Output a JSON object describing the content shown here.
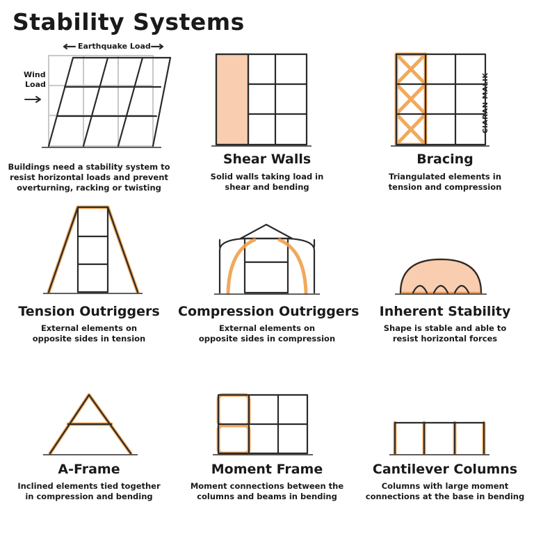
{
  "title": "Stability Systems",
  "credit": "CIARAN MALIK",
  "colors": {
    "accent": "#f0a04a",
    "fill": "#f9cdb0",
    "ink": "#2a2a2a",
    "ghost": "#c8c8c8"
  },
  "intro": {
    "load_top": "Earthquake Load",
    "load_side_line1": "Wind",
    "load_side_line2": "Load",
    "desc": [
      "Buildings need a stability system to",
      "resist horizontal loads and prevent",
      "overturning, racking or twisting"
    ]
  },
  "panels": [
    {
      "title": "Shear Walls",
      "desc": [
        "Solid walls taking load in",
        "shear and bending"
      ]
    },
    {
      "title": "Bracing",
      "desc": [
        "Triangulated elements in",
        "tension and compression"
      ]
    },
    {
      "title": "Tension Outriggers",
      "desc": [
        "External elements on",
        "opposite sides in tension"
      ]
    },
    {
      "title": "Compression Outriggers",
      "desc": [
        "External elements on",
        "opposite sides in compression"
      ]
    },
    {
      "title": "Inherent Stability",
      "desc": [
        "Shape is stable and able to",
        "resist horizontal forces"
      ]
    },
    {
      "title": "A-Frame",
      "desc": [
        "Inclined elements tied together",
        "in compression and bending"
      ]
    },
    {
      "title": "Moment Frame",
      "desc": [
        "Moment connections between the",
        "columns and beams in bending"
      ]
    },
    {
      "title": "Cantilever Columns",
      "desc": [
        "Columns with large moment",
        "connections at the base in bending"
      ]
    }
  ]
}
